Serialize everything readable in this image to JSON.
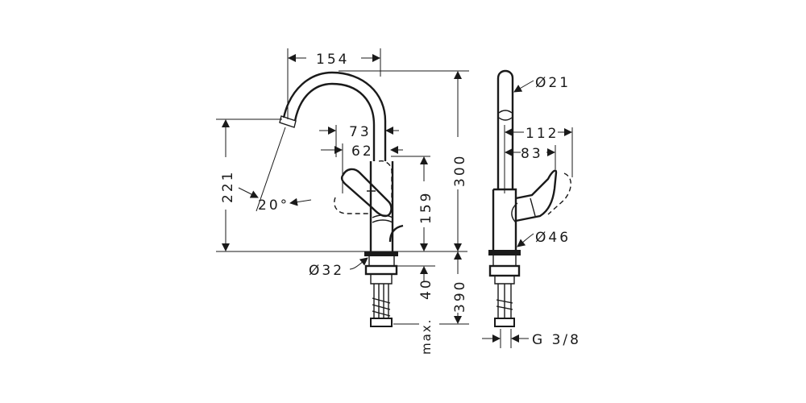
{
  "drawing": {
    "front_view": {
      "dim_spout_reach": "154",
      "dim_spout_height": "221",
      "dim_spout_angle": "20°",
      "dim_handle_73": "73",
      "dim_handle_62": "62",
      "dim_handle_height": "159",
      "dim_total_height": "300",
      "dim_base_diameter": "Ø32",
      "dim_max_thickness": "40",
      "dim_max_label": "max.",
      "dim_hose_length": "390"
    },
    "side_view": {
      "dim_spout_diameter": "Ø21",
      "dim_handle_112": "112",
      "dim_handle_83": "83",
      "dim_body_diameter": "Ø46",
      "dim_connection": "G 3/8"
    }
  }
}
